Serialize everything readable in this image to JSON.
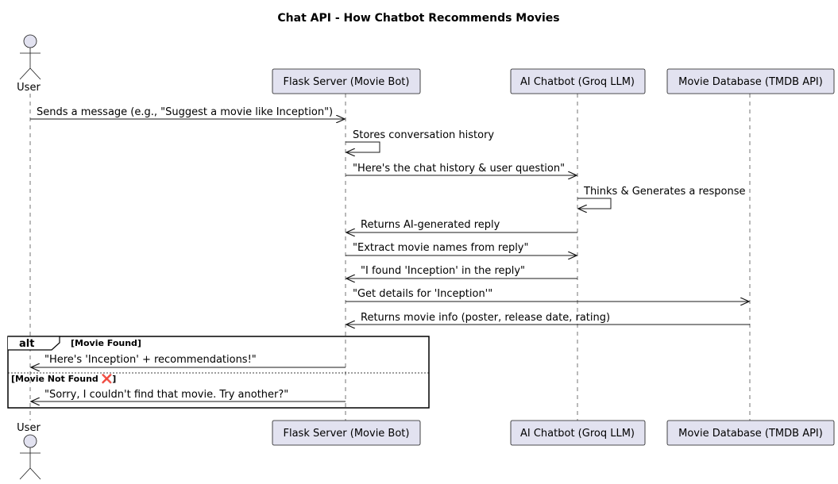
{
  "diagram": {
    "title": "Chat API - How Chatbot Recommends Movies",
    "participants": [
      {
        "id": "user",
        "label": "User",
        "kind": "actor"
      },
      {
        "id": "flask",
        "label": "Flask Server (Movie Bot)",
        "kind": "box"
      },
      {
        "id": "ai",
        "label": "AI Chatbot (Groq LLM)",
        "kind": "box"
      },
      {
        "id": "db",
        "label": "Movie Database (TMDB API)",
        "kind": "box"
      }
    ],
    "messages": [
      {
        "from": "user",
        "to": "flask",
        "text": "Sends a message (e.g., \"Suggest a movie like Inception\")"
      },
      {
        "from": "flask",
        "to": "flask",
        "text": "Stores conversation history"
      },
      {
        "from": "flask",
        "to": "ai",
        "text": "\"Here's the chat history & user question\""
      },
      {
        "from": "ai",
        "to": "ai",
        "text": "Thinks & Generates a response"
      },
      {
        "from": "ai",
        "to": "flask",
        "text": "Returns AI-generated reply"
      },
      {
        "from": "flask",
        "to": "ai",
        "text": "\"Extract movie names from reply\""
      },
      {
        "from": "ai",
        "to": "flask",
        "text": "\"I found 'Inception' in the reply\""
      },
      {
        "from": "flask",
        "to": "db",
        "text": "\"Get details for 'Inception'\""
      },
      {
        "from": "db",
        "to": "flask",
        "text": "Returns movie info (poster, release date, rating)"
      }
    ],
    "alt": {
      "keyword": "alt",
      "branch1_label": "[Movie Found]",
      "branch1_message": "\"Here's 'Inception' + recommendations!\"",
      "branch2_label": "[Movie Not Found ❌]",
      "branch2_message": "\"Sorry, I couldn't find that movie. Try another?\""
    }
  }
}
